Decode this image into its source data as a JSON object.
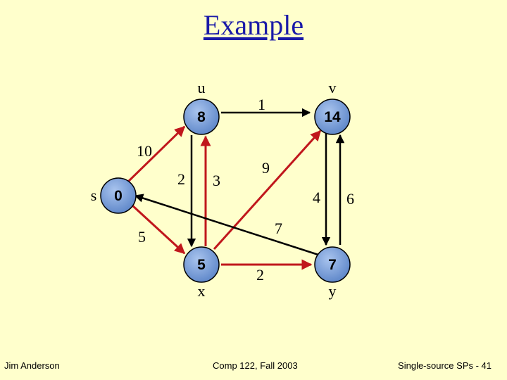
{
  "slide": {
    "title": "Example",
    "footer": {
      "author": "Jim Anderson",
      "course": "Comp 122, Fall 2003",
      "page": "Single-source SPs -  41"
    }
  },
  "graph": {
    "nodes": [
      {
        "id": "u",
        "name": "u",
        "value": "8"
      },
      {
        "id": "v",
        "name": "v",
        "value": "14"
      },
      {
        "id": "s",
        "name": "s",
        "value": "0"
      },
      {
        "id": "x",
        "name": "x",
        "value": "5"
      },
      {
        "id": "y",
        "name": "y",
        "value": "7"
      }
    ],
    "edges": [
      {
        "from": "s",
        "to": "u",
        "weight": "10",
        "in_tree": true
      },
      {
        "from": "s",
        "to": "x",
        "weight": "5",
        "in_tree": true
      },
      {
        "from": "u",
        "to": "v",
        "weight": "1",
        "in_tree": false
      },
      {
        "from": "u",
        "to": "x",
        "weight": "2",
        "in_tree": false
      },
      {
        "from": "x",
        "to": "u",
        "weight": "3",
        "in_tree": true
      },
      {
        "from": "x",
        "to": "v",
        "weight": "9",
        "in_tree": true
      },
      {
        "from": "v",
        "to": "y",
        "weight": "4",
        "in_tree": false
      },
      {
        "from": "y",
        "to": "v",
        "weight": "6",
        "in_tree": false
      },
      {
        "from": "x",
        "to": "y",
        "weight": "2",
        "in_tree": true
      },
      {
        "from": "y",
        "to": "s",
        "weight": "7",
        "in_tree": false
      }
    ],
    "colors": {
      "node_fill": "#7AA0D8",
      "tree_edge": "#C0171C",
      "other_edge": "#000000"
    }
  }
}
